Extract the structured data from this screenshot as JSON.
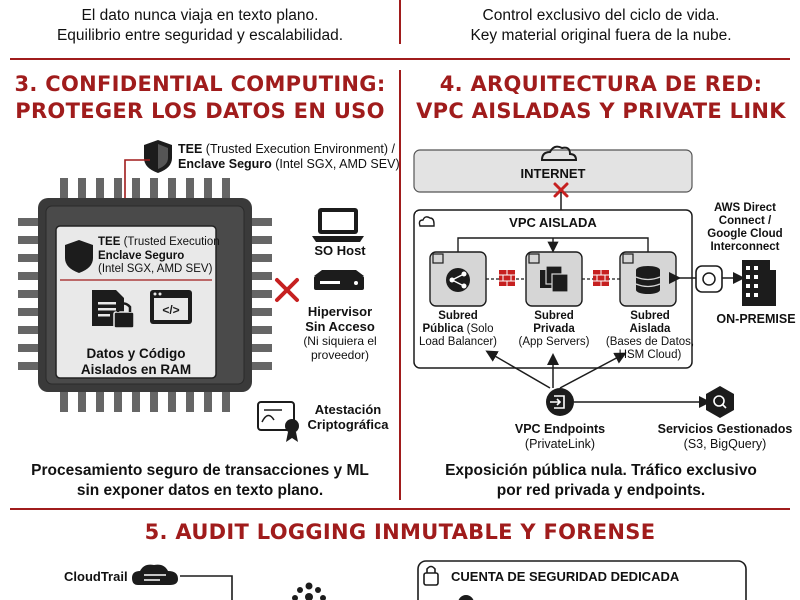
{
  "top": {
    "left_lines": [
      "El dato nunca viaja en texto plano.",
      "Equilibrio entre seguridad y escalabilidad."
    ],
    "right_lines": [
      "Control exclusivo del ciclo de vida.",
      "Key material original fuera de la nube."
    ]
  },
  "section3": {
    "title_line1": "3. CONFIDENTIAL COMPUTING:",
    "title_line2": "PROTEGER LOS DATOS EN USO",
    "tee_callout_bold1": "TEE",
    "tee_callout_rest1": " (Trusted Execution Environment) /",
    "tee_callout_bold2": "Enclave Seguro",
    "tee_callout_rest2": " (Intel SGX, AMD SEV)",
    "chip_tee_bold": "TEE",
    "chip_tee_rest": " (Trusted Execution",
    "chip_enclave": "Enclave Seguro",
    "chip_enclave_sub": "(Intel SGX, AMD SEV)",
    "chip_data_line1": "Datos y Código",
    "chip_data_line2": "Aislados en RAM",
    "so_host": "SO Host",
    "hypervisor_line1": "Hipervisor",
    "hypervisor_line2": "Sin Acceso",
    "hypervisor_sub1": "(Ni siquiera el",
    "hypervisor_sub2": "proveedor)",
    "attest_line1": "Atestación",
    "attest_line2": "Criptográfica",
    "caption_line1": "Procesamiento seguro de transacciones y ML",
    "caption_line2": "sin exponer datos en texto plano."
  },
  "section4": {
    "title_line1": "4. ARQUITECTURA DE RED:",
    "title_line2": "VPC AISLADAS Y PRIVATE LINK",
    "internet": "INTERNET",
    "vpc": "VPC AISLADA",
    "direct_connect": [
      "AWS Direct",
      "Connect /",
      "Google Cloud",
      "Interconnect"
    ],
    "on_premise": "ON-PREMISE",
    "subnet_public": [
      "Subred",
      "Pública (Solo",
      "Load Balancer)"
    ],
    "subnet_private": [
      "Subred",
      "Privada",
      "(App Servers)"
    ],
    "subnet_isolated": [
      "Subred",
      "Aislada",
      "(Bases de Datos,",
      "HSM Cloud)"
    ],
    "vpc_endpoints": "VPC Endpoints",
    "privatelink": "(PrivateLink)",
    "managed_services": "Servicios Gestionados",
    "managed_sub": "(S3, BigQuery)",
    "caption_line1": "Exposición pública nula. Tráfico exclusivo",
    "caption_line2": "por red privada y endpoints."
  },
  "section5": {
    "title": "5. AUDIT LOGGING INMUTABLE Y FORENSE",
    "cloudtrail": "CloudTrail",
    "security_account": "CUENTA DE SEGURIDAD DEDICADA"
  },
  "colors": {
    "accent": "#a01c1c",
    "dark": "#222222",
    "panel": "#e8e8e8"
  }
}
